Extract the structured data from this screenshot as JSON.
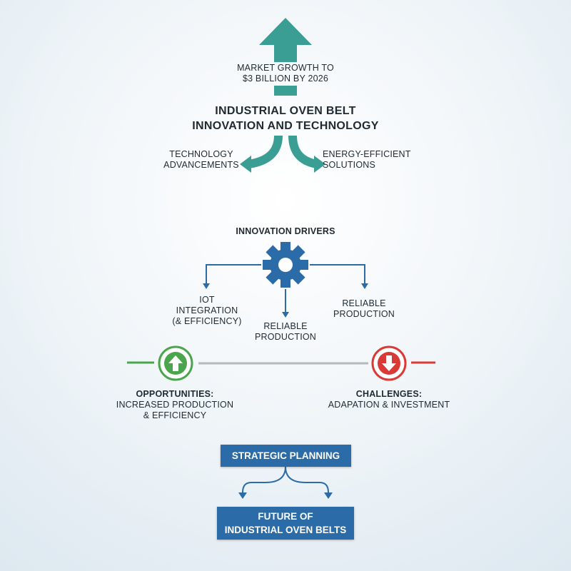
{
  "market": {
    "line1": "MARKET GROWTH TO",
    "line2": "$3 BILLION BY 2026"
  },
  "title": {
    "line1": "INDUSTRIAL OVEN BELT",
    "line2": "INNOVATION AND TECHNOLOGY"
  },
  "branches": {
    "left": {
      "line1": "TECHNOLOGY",
      "line2": "ADVANCEMENTS"
    },
    "right": {
      "line1": "ENERGY-EFFICIENT",
      "line2": "SOLUTIONS"
    }
  },
  "drivers": {
    "heading": "INNOVATION DRIVERS",
    "left": {
      "line1": "IOT",
      "line2": "INTEGRATION",
      "line3": "(& EFFICIENCY)"
    },
    "center": {
      "line1": "RELIABLE",
      "line2": "PRODUCTION"
    },
    "right": {
      "line1": "RELIABLE",
      "line2": "PRODUCTION"
    }
  },
  "opportunities": {
    "heading": "OPPORTUNITIES:",
    "line1": "INCREASED PRODUCTION",
    "line2": "& EFFICIENCY"
  },
  "challenges": {
    "heading": "CHALLENGES:",
    "line1": "ADAPATION & INVESTMENT"
  },
  "strategic": {
    "label": "STRATEGIC PLANNING"
  },
  "future": {
    "line1": "FUTURE OF",
    "line2": "INDUSTRIAL OVEN BELTS"
  },
  "colors": {
    "teal": "#3a9e94",
    "blue": "#2b6ca8",
    "green": "#4aa54c",
    "red": "#d93a35",
    "gray": "#b5b9bd"
  }
}
